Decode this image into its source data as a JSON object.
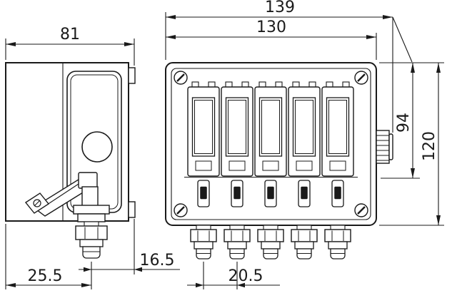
{
  "dims": {
    "overall_width": "139",
    "body_width": "130",
    "depth": "81",
    "height_upper": "94",
    "height_overall": "120",
    "gland_offset_rear": "25.5",
    "gland_offset_front": "16.5",
    "gland_pitch": "20.5"
  },
  "colors": {
    "line": "#1a1a1a",
    "background": "#ffffff"
  }
}
